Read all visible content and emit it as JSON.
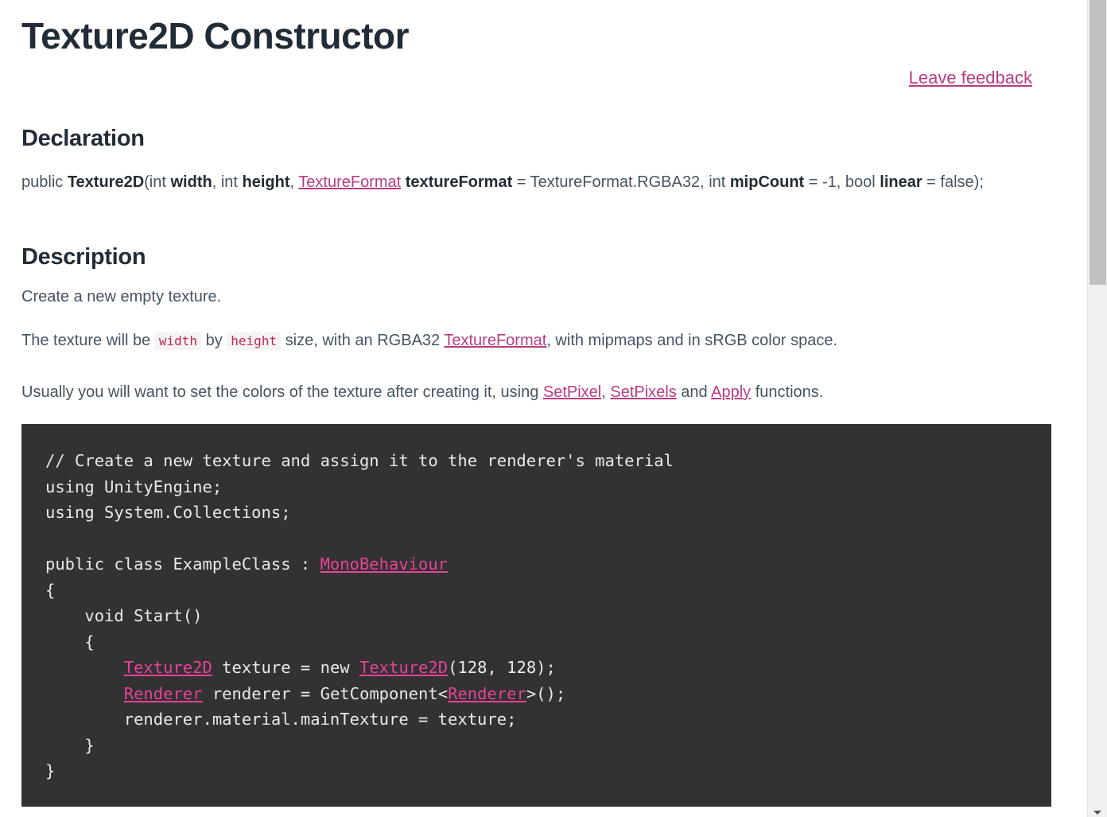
{
  "page": {
    "title": "Texture2D Constructor",
    "feedback_link": "Leave feedback"
  },
  "declaration": {
    "heading": "Declaration",
    "t1": "public ",
    "name": "Texture2D",
    "t2": "(int ",
    "p_width": "width",
    "t3": ", int ",
    "p_height": "height",
    "t4": ", ",
    "type_link": "TextureFormat",
    "t5": " ",
    "p_format": "textureFormat",
    "t6": " = TextureFormat.RGBA32, int ",
    "p_mip": "mipCount",
    "t7": " = -1, bool ",
    "p_linear": "linear",
    "t8": " = false);"
  },
  "description": {
    "heading": "Description",
    "line1": "Create a new empty texture.",
    "line2": {
      "a": "The texture will be ",
      "code1": "width",
      "b": " by ",
      "code2": "height",
      "c": " size, with an RGBA32 ",
      "link": "TextureFormat",
      "d": ", with mipmaps and in sRGB color space."
    },
    "line3": {
      "a": "Usually you will want to set the colors of the texture after creating it, using ",
      "link1": "SetPixel",
      "b": ", ",
      "link2": "SetPixels",
      "c": " and ",
      "link3": "Apply",
      "d": " functions."
    }
  },
  "code": {
    "l1": "// Create a new texture and assign it to the renderer's material",
    "l2": "using UnityEngine;",
    "l3": "using System.Collections;",
    "l5a": "public class ExampleClass : ",
    "l5link": "MonoBehaviour",
    "l6": "{",
    "l7": "    void Start()",
    "l8": "    {",
    "l9indent": "        ",
    "l9link1": "Texture2D",
    "l9a": " texture = new ",
    "l9link2": "Texture2D",
    "l9b": "(128, 128);",
    "l10indent": "        ",
    "l10link1": "Renderer",
    "l10a": " renderer = GetComponent<",
    "l10link2": "Renderer",
    "l10b": ">();",
    "l11": "        renderer.material.mainTexture = texture;",
    "l12": "    }",
    "l13": "}"
  },
  "colors": {
    "link": "#b83c82",
    "code_bg": "#323232",
    "heading": "#222c37",
    "text": "#455463"
  }
}
